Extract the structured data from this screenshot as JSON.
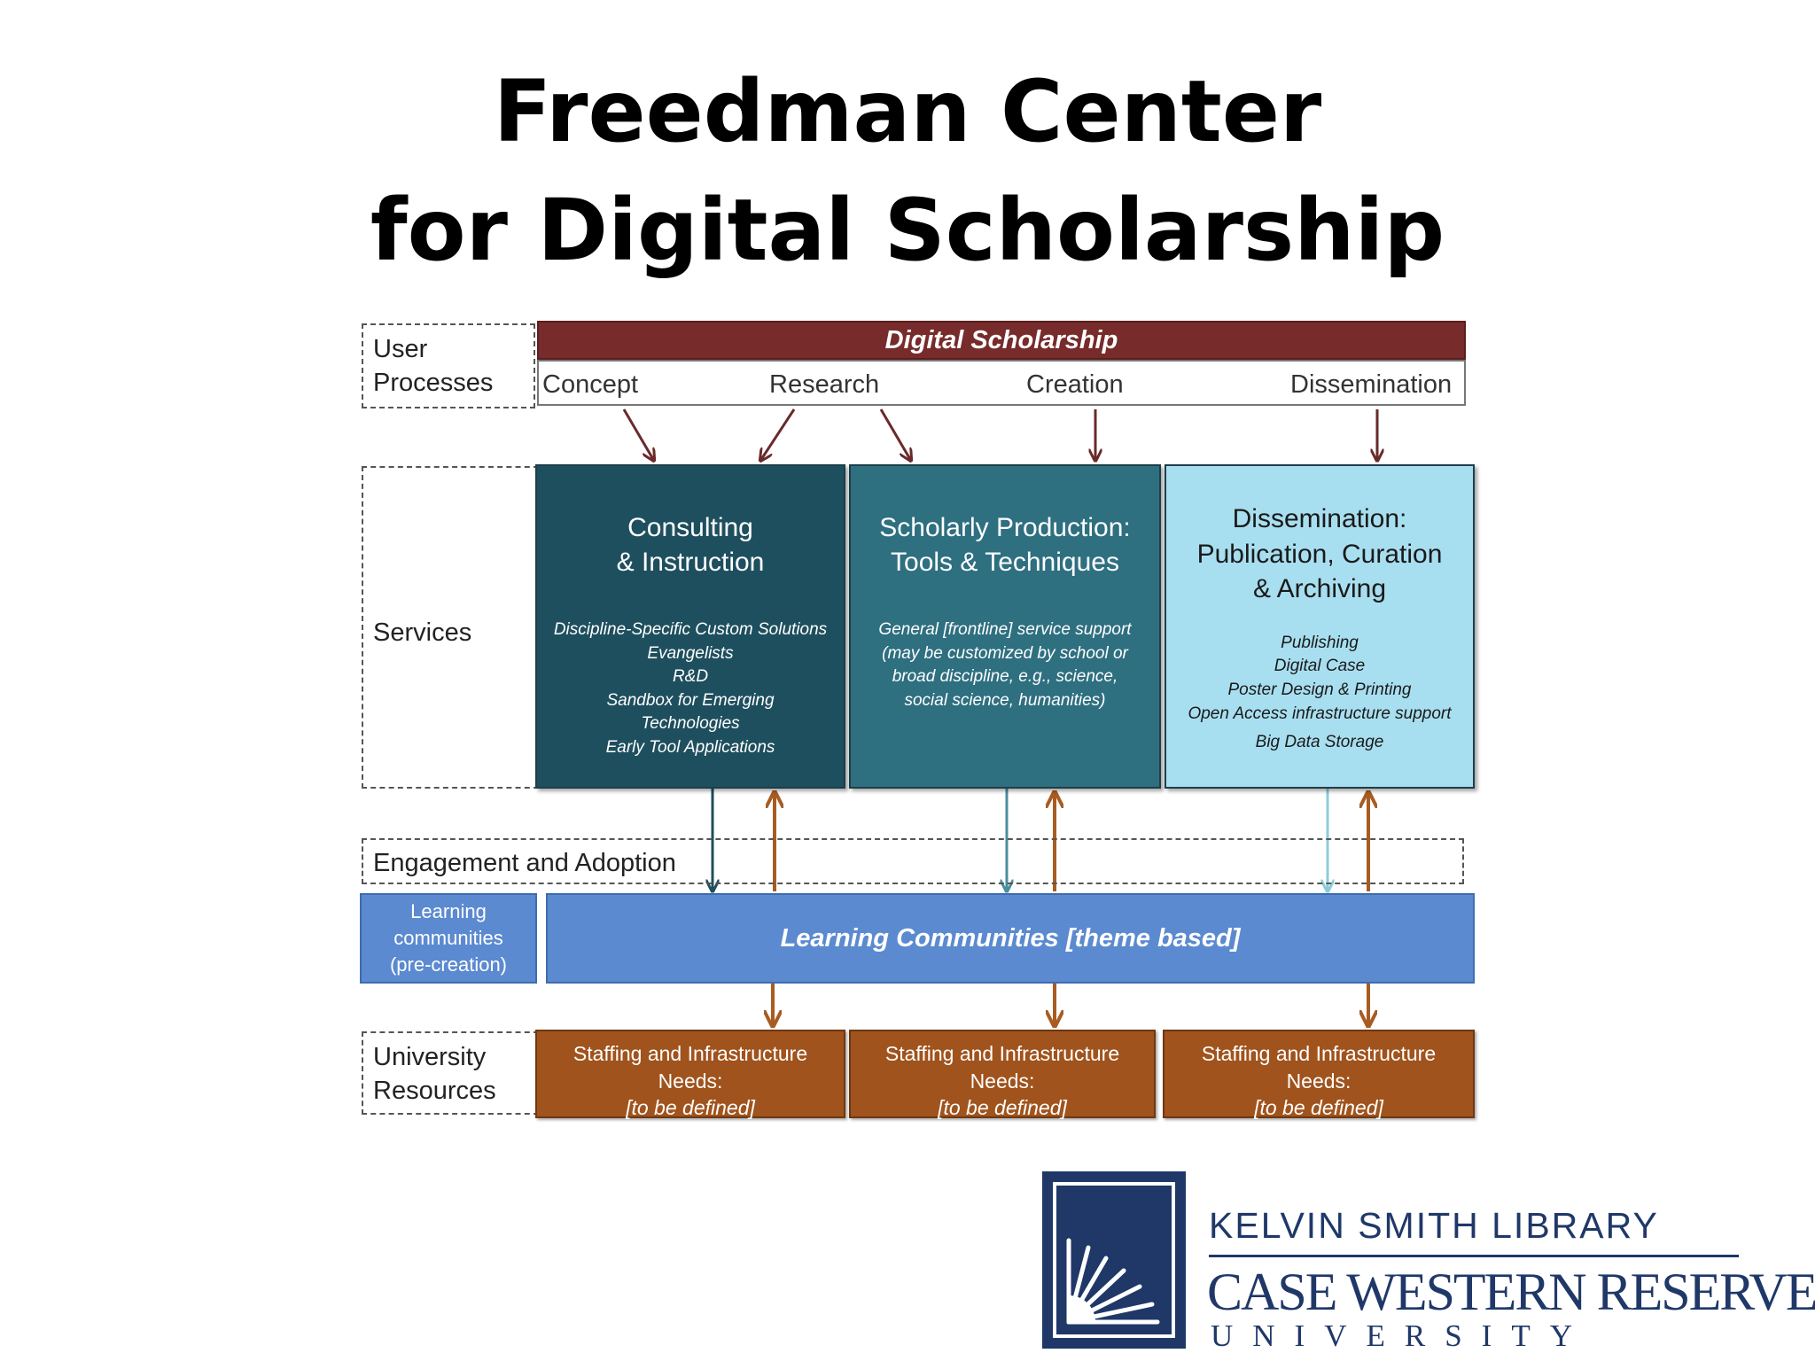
{
  "title": {
    "line1": "Freedman Center",
    "line2": "for Digital Scholarship"
  },
  "diagram": {
    "row_labels": {
      "user_processes": "User\nProcesses",
      "services": "Services",
      "engagement": "Engagement and Adoption",
      "university_resources": "University\nResources"
    },
    "digital_scholarship": "Digital Scholarship",
    "stages": [
      "Concept",
      "Research",
      "Creation",
      "Dissemination"
    ],
    "services": [
      {
        "title": "Consulting\n& Instruction",
        "items": [
          "Discipline-Specific Custom Solutions",
          "Evangelists",
          "R&D",
          "Sandbox for Emerging",
          "Technologies",
          "Early Tool Applications"
        ],
        "color": "#1e4f5e"
      },
      {
        "title": "Scholarly  Production:\nTools & Techniques",
        "items": [
          "General [frontline] service support",
          "(may be customized by school or",
          "broad discipline, e.g., science,",
          "social science, humanities)"
        ],
        "color": "#2e6f80"
      },
      {
        "title": "Dissemination:\nPublication, Curation\n& Archiving",
        "items": [
          "Publishing",
          "Digital Case",
          "Poster Design & Printing",
          "Open Access infrastructure support",
          "Big Data Storage"
        ],
        "color": "#a8dff0"
      }
    ],
    "learning_communities_pre": "Learning\ncommunities\n(pre-creation)",
    "learning_communities_main": "Learning Communities [theme based]",
    "resources": [
      {
        "line1": "Staffing and Infrastructure",
        "line2": "Needs:",
        "line3": "[to be defined]"
      },
      {
        "line1": "Staffing and Infrastructure",
        "line2": "Needs:",
        "line3": "[to be defined]"
      },
      {
        "line1": "Staffing and Infrastructure",
        "line2": "Needs:",
        "line3": "[to be defined]"
      }
    ],
    "colors": {
      "digital_scholarship_bar": "#772b2b",
      "arrow_maroon": "#6a2a2a",
      "arrow_orange": "#a85c22",
      "learning_communities": "#5b8ad0",
      "resources": "#a0531c"
    }
  },
  "logo": {
    "library": "KELVIN SMITH LIBRARY",
    "university_name": "CASE WESTERN RESERVE",
    "university_word": "UNIVERSITY",
    "icon": "sunburst-icon"
  }
}
